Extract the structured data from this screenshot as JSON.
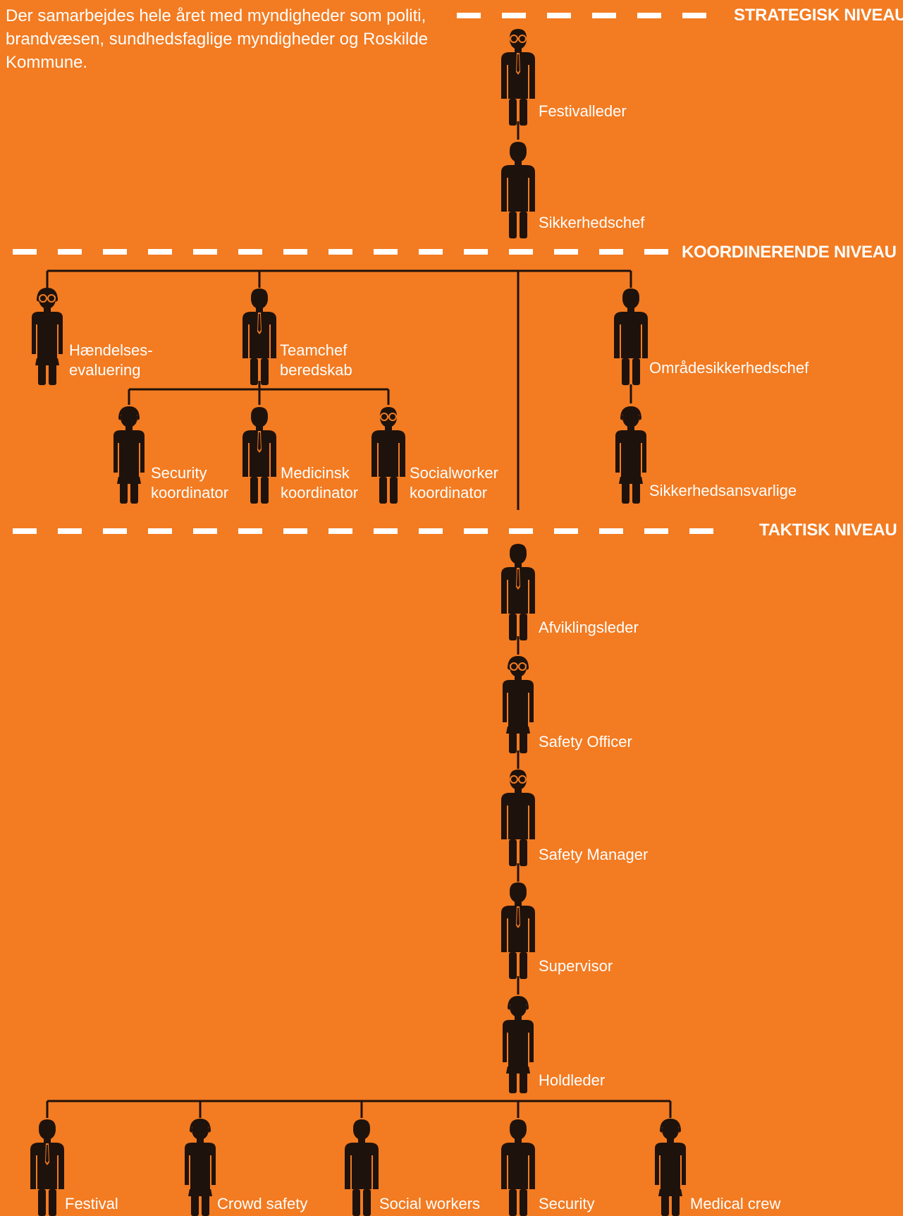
{
  "intro_text": "Der samarbejdes hele året med myndigheder som politi, brandvæsen, sundhedsfaglige myndigheder og Roskilde Kommune.",
  "levels": {
    "strategic": "STRATEGISK NIVEAU",
    "coordinating": "KOORDINERENDE NIVEAU",
    "tactical": "TAKTISK NIVEAU"
  },
  "roles": {
    "festivalleder": "Festivalleder",
    "sikkerhedschef": "Sikkerhedschef",
    "haendelses_1": "Hændelses-",
    "haendelses_2": "evaluering",
    "teamchef_1": "Teamchef",
    "teamchef_2": "beredskab",
    "security_koord_1": "Security",
    "security_koord_2": "koordinator",
    "medicinsk_koord_1": "Medicinsk",
    "medicinsk_koord_2": "koordinator",
    "social_koord_1": "Socialworker",
    "social_koord_2": "koordinator",
    "omraade": "Områdesikkerhedschef",
    "sikkerhedsansvarlige": "Sikkerhedsansvarlige",
    "afviklingsleder": "Afviklingsleder",
    "safety_officer": "Safety Officer",
    "safety_manager": "Safety Manager",
    "supervisor": "Supervisor",
    "holdleder": "Holdleder",
    "festival": "Festival",
    "crowd_safety": "Crowd safety",
    "social_workers": "Social workers",
    "security": "Security",
    "medical_crew": "Medical crew"
  },
  "colors": {
    "background": "#F37B21",
    "figure": "#1E120C",
    "text": "#FFFFFF"
  }
}
